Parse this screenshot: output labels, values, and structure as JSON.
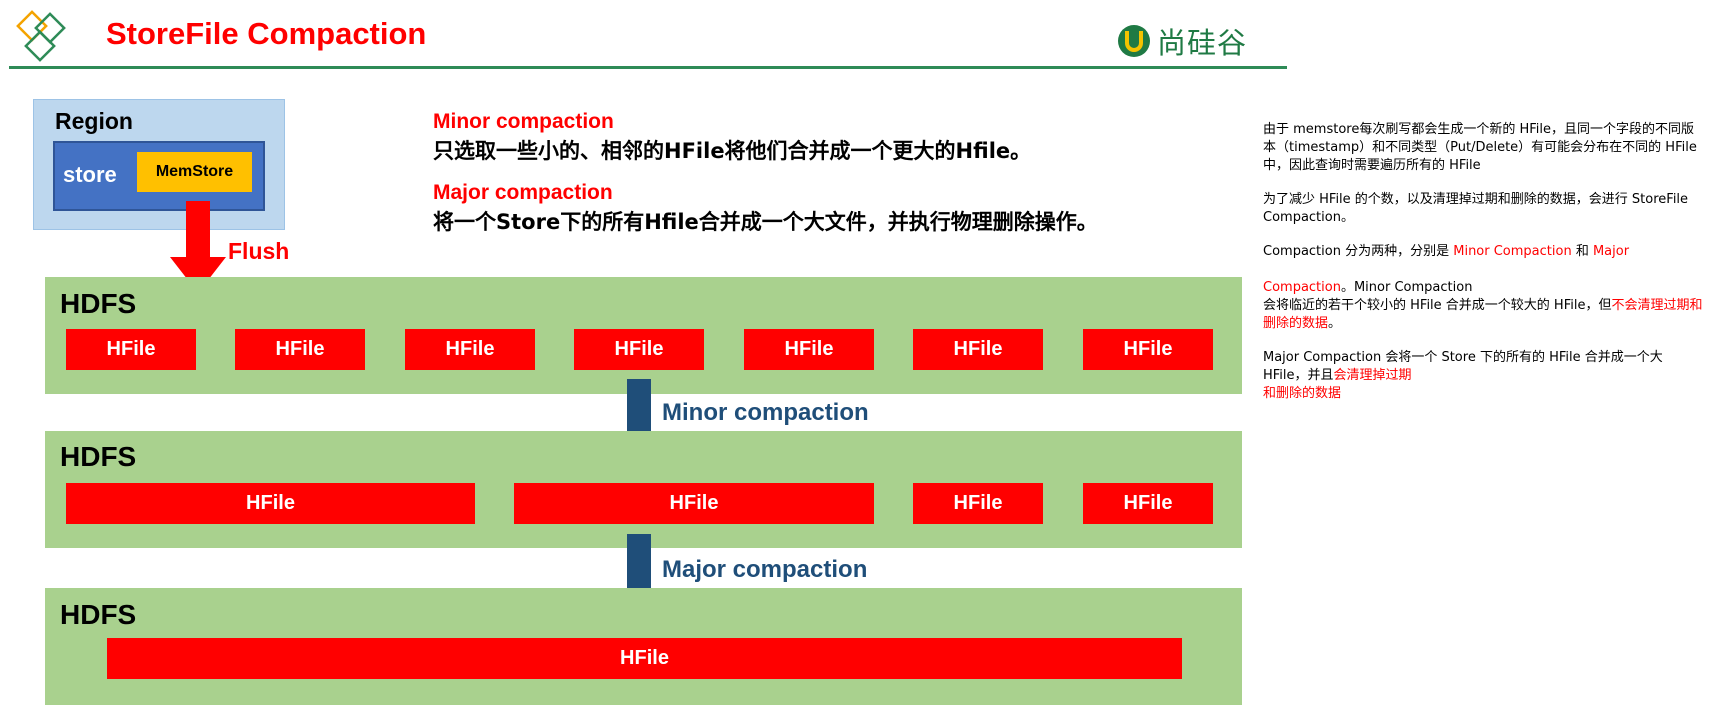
{
  "header": {
    "title": "StoreFile Compaction",
    "brand": "尚硅谷"
  },
  "region": {
    "label": "Region",
    "store_label": "store",
    "memstore_label": "MemStore",
    "flush_label": "Flush"
  },
  "descriptions": {
    "minor_title": "Minor compaction",
    "minor_text": "只选取一些小的、相邻的HFile将他们合并成一个更大的Hfile。",
    "major_title": "Major compaction",
    "major_text": "将一个Store下的所有Hfile合并成一个大文件，并执行物理删除操作。"
  },
  "levels": [
    {
      "label": "HDFS",
      "files": [
        "HFile",
        "HFile",
        "HFile",
        "HFile",
        "HFile",
        "HFile",
        "HFile"
      ]
    },
    {
      "label": "HDFS",
      "files": [
        "HFile",
        "HFile",
        "HFile",
        "HFile"
      ]
    },
    {
      "label": "HDFS",
      "files": [
        "HFile"
      ]
    }
  ],
  "arrows": {
    "minor_label": "Minor compaction",
    "major_label": "Major compaction"
  },
  "notes": {
    "p1": "由于 memstore每次刷写都会生成一个新的 HFile，且同一个字段的不同版本（timestamp）和不同类型（Put/Delete）有可能会分布在不同的 HFile 中，因此查询时需要遍历所有的 HFile",
    "p2": "为了减少 HFile 的个数，以及清理掉过期和删除的数据，会进行 StoreFile Compaction。",
    "p3_a": "Compaction 分为两种，分别是 ",
    "p3_b": "Minor Compaction",
    "p3_c": " 和 ",
    "p3_d": "Major",
    "p4_a": "Compaction",
    "p4_b": "。Minor Compaction",
    "p4_c": "会将临近的若干个较小的 HFile 合并成一个较大的 HFile，但",
    "p4_d": "不会清理过期和删除的数据",
    "p4_e": "。",
    "p5_a": "Major Compaction 会将一个 Store 下的所有的 HFile 合并成一个大 HFile，并且",
    "p5_b": "会清理掉过期",
    "p5_c": "和删除的数据"
  },
  "colors": {
    "title_red": "#ff0000",
    "hdfs_green": "#a9d18e",
    "hfile_red": "#ff0000",
    "arrow_navy": "#1f4e79",
    "memstore_yellow": "#ffc000",
    "store_blue": "#4472c4",
    "region_lightblue": "#bdd7ee"
  }
}
